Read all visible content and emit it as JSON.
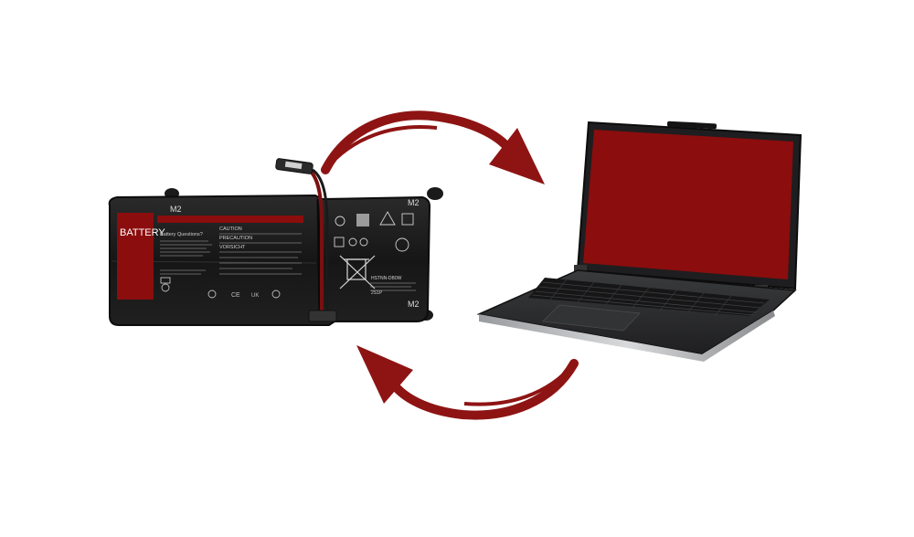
{
  "battery": {
    "label": "BATTERY",
    "questions_heading": "Battery Questions?",
    "caution_heading": "CAUTION",
    "precaution_heading": "PRECAUTION",
    "vorsicht_heading": "VORSICHT",
    "connector_mark_top_left": "M2",
    "connector_mark_top_right": "M2",
    "connector_mark_bottom_right": "M2",
    "model_line_1": "HSTNN-DB0W",
    "model_line_2": "2S1P"
  },
  "colors": {
    "accent_red": "#8b0d0d",
    "arrow_red": "#8e1414",
    "battery_body": "#1c1c1c",
    "laptop_body": "#2a2a2b",
    "background": "#ffffff"
  },
  "icons": {
    "arrow_top": "curved-arrow-right-icon",
    "arrow_bottom": "curved-arrow-left-icon",
    "recycle_bin": "crossed-out-bin-icon"
  }
}
